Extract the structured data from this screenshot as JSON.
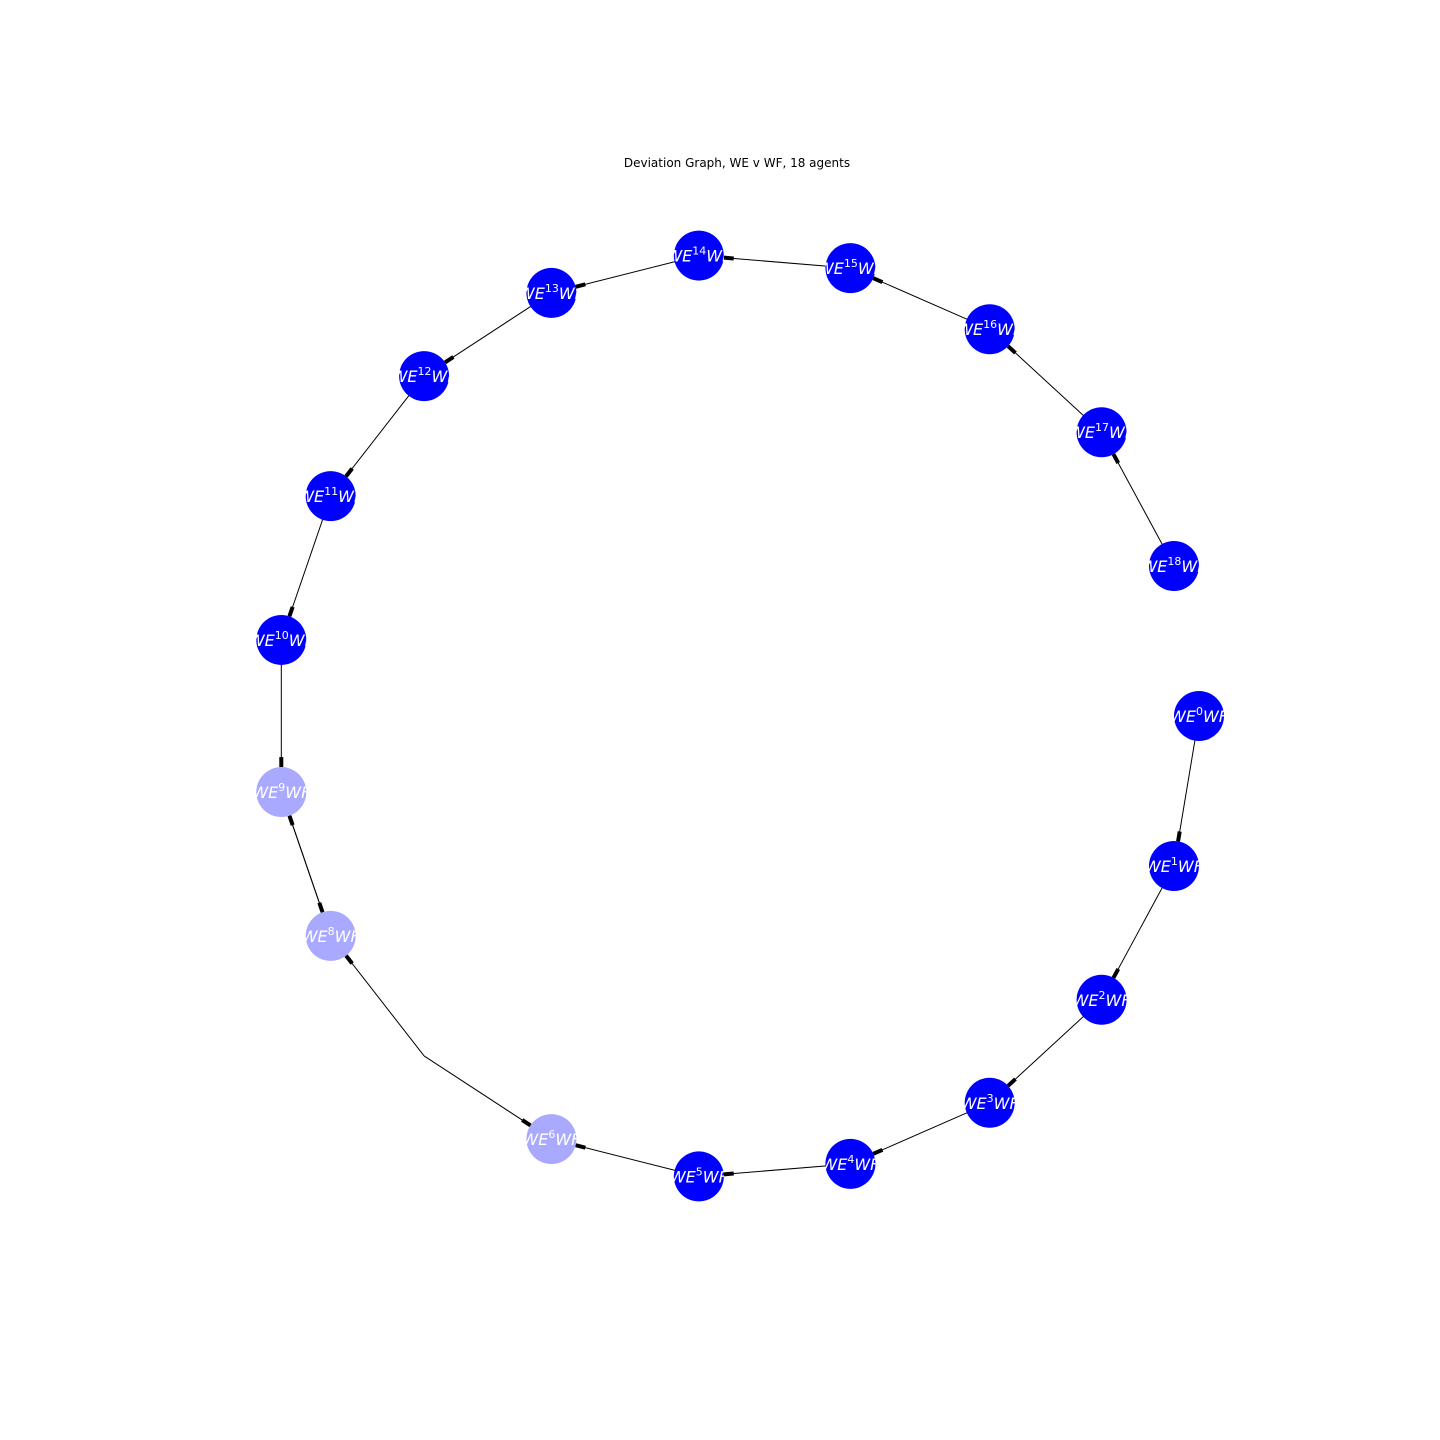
{
  "title": "Deviation Graph, WE v WF, 18 agents",
  "colors": {
    "node": "#0000ff",
    "node_faded": "#a9a9ff",
    "label": "#ffffff",
    "edge": "#000000",
    "background": "#ffffff"
  },
  "graph": {
    "layout": "circular",
    "nodes": [
      {
        "id": 0,
        "base": "WE",
        "sup": "0",
        "tail": "WF",
        "faded": false
      },
      {
        "id": 1,
        "base": "WE",
        "sup": "1",
        "tail": "WF",
        "faded": false
      },
      {
        "id": 2,
        "base": "WE",
        "sup": "2",
        "tail": "WF",
        "faded": false
      },
      {
        "id": 3,
        "base": "WE",
        "sup": "3",
        "tail": "WF",
        "faded": false
      },
      {
        "id": 4,
        "base": "WE",
        "sup": "4",
        "tail": "WF",
        "faded": false
      },
      {
        "id": 5,
        "base": "WE",
        "sup": "5",
        "tail": "WF",
        "faded": false
      },
      {
        "id": 6,
        "base": "WE",
        "sup": "6",
        "tail": "WF",
        "faded": true
      },
      {
        "id": 8,
        "base": "WE",
        "sup": "8",
        "tail": "WF",
        "faded": true
      },
      {
        "id": 9,
        "base": "WE",
        "sup": "9",
        "tail": "WF",
        "faded": true
      },
      {
        "id": 10,
        "base": "WE",
        "sup": "10",
        "tail": "WF",
        "faded": false
      },
      {
        "id": 11,
        "base": "WE",
        "sup": "11",
        "tail": "WF",
        "faded": false
      },
      {
        "id": 12,
        "base": "WE",
        "sup": "12",
        "tail": "WF",
        "faded": false
      },
      {
        "id": 13,
        "base": "WE",
        "sup": "13",
        "tail": "WF",
        "faded": false
      },
      {
        "id": 14,
        "base": "WE",
        "sup": "14",
        "tail": "WF",
        "faded": false
      },
      {
        "id": 15,
        "base": "WE",
        "sup": "15",
        "tail": "WF",
        "faded": false
      },
      {
        "id": 16,
        "base": "WE",
        "sup": "16",
        "tail": "WF",
        "faded": false
      },
      {
        "id": 17,
        "base": "WE",
        "sup": "17",
        "tail": "WF",
        "faded": false
      },
      {
        "id": 18,
        "base": "WE",
        "sup": "18",
        "tail": "WF",
        "faded": false
      }
    ],
    "edges": [
      {
        "from": 0,
        "to": 1
      },
      {
        "from": 1,
        "to": 2
      },
      {
        "from": 2,
        "to": 3
      },
      {
        "from": 3,
        "to": 4
      },
      {
        "from": 4,
        "to": 5
      },
      {
        "from": 5,
        "to": 6
      },
      {
        "from": 7,
        "to": 6
      },
      {
        "from": 7,
        "to": 8
      },
      {
        "from": 8,
        "to": 9
      },
      {
        "from": 9,
        "to": 8
      },
      {
        "from": 10,
        "to": 9
      },
      {
        "from": 11,
        "to": 10
      },
      {
        "from": 12,
        "to": 11
      },
      {
        "from": 13,
        "to": 12
      },
      {
        "from": 14,
        "to": 13
      },
      {
        "from": 15,
        "to": 14
      },
      {
        "from": 16,
        "to": 15
      },
      {
        "from": 17,
        "to": 16
      },
      {
        "from": 18,
        "to": 17
      }
    ]
  }
}
